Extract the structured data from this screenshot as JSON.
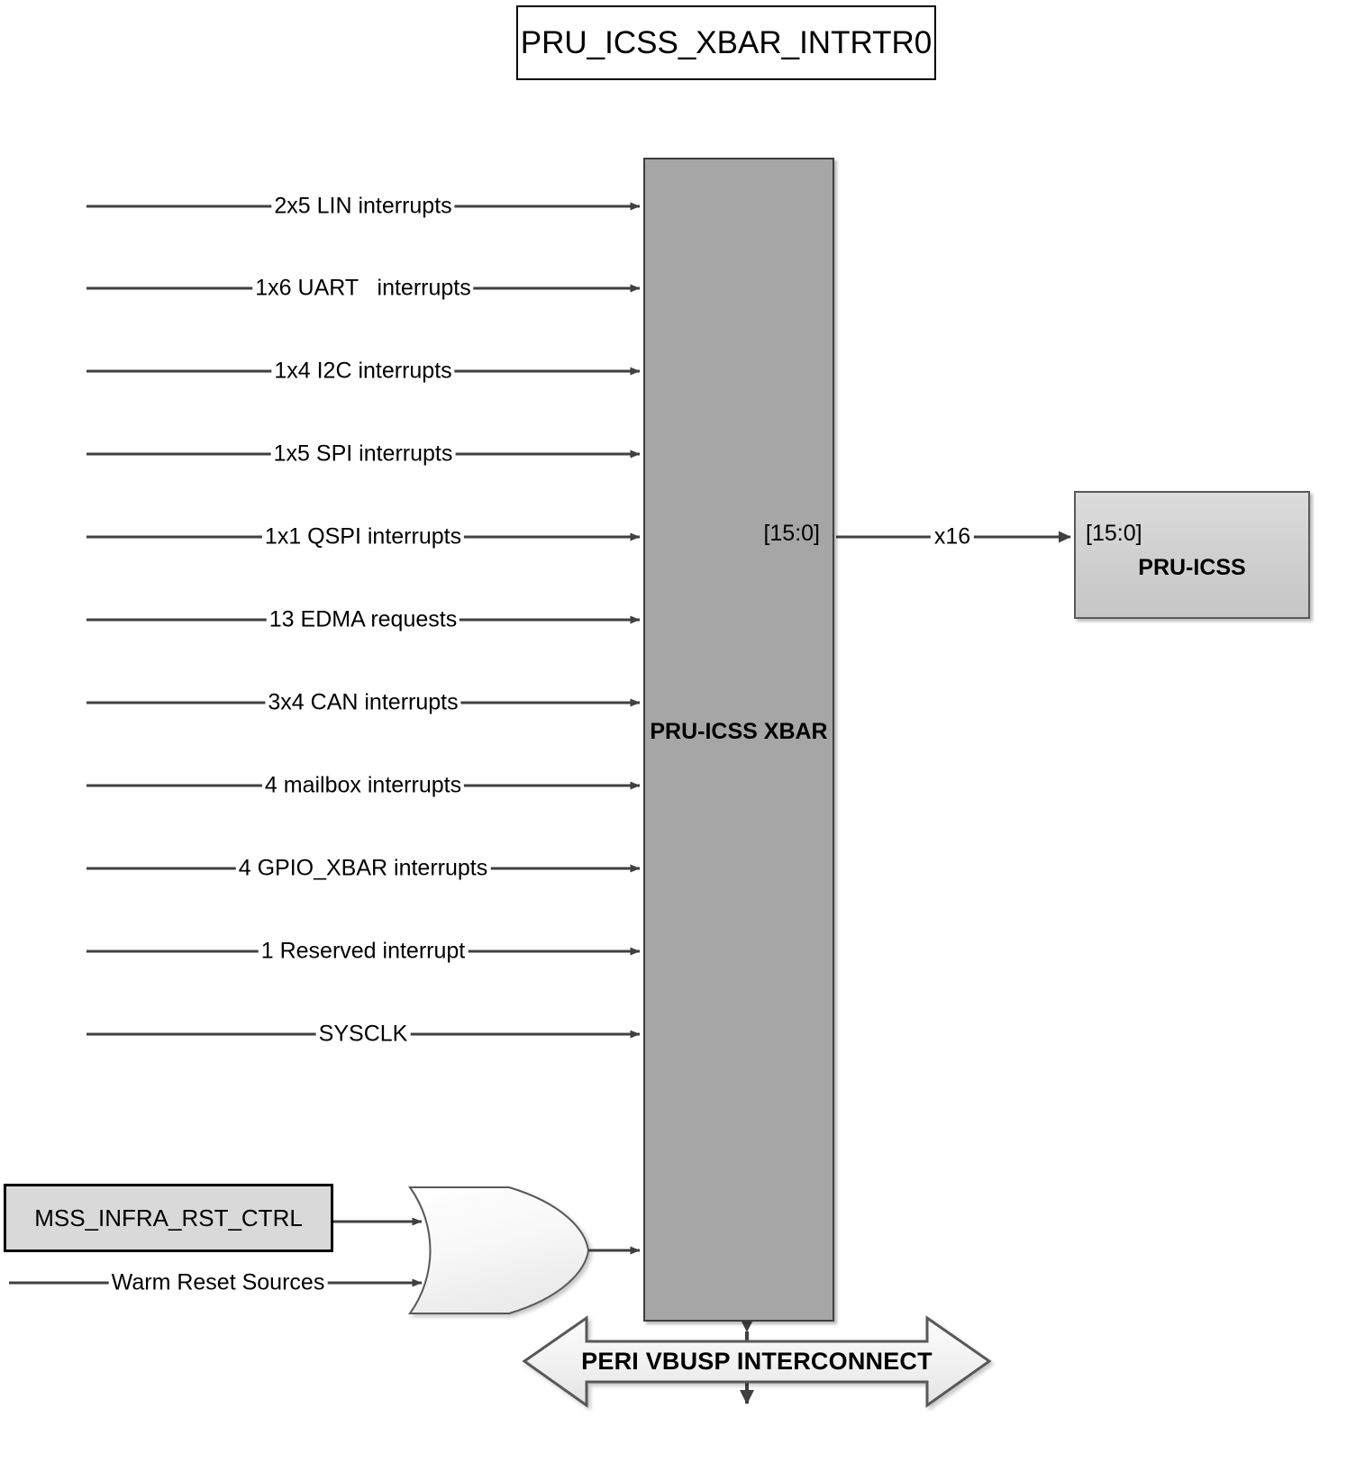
{
  "diagram": {
    "title": "PRU_ICSS_XBAR_INTRTR0",
    "xbar_block": {
      "label": "PRU-ICSS XBAR",
      "output_bits": "[15:0]"
    },
    "output_link": {
      "multiplier": "x16"
    },
    "destination_block": {
      "bits": "[15:0]",
      "label": "PRU-ICSS"
    },
    "reset_block": {
      "label": "MSS_INFRA_RST_CTRL",
      "second_input": "Warm Reset Sources",
      "gate": "or-gate"
    },
    "bus": {
      "label": "PERI VBUSP INTERCONNECT"
    },
    "inputs": [
      {
        "label": "2x5 LIN interrupts"
      },
      {
        "label": "1x6 UART   interrupts"
      },
      {
        "label": "1x4 I2C interrupts"
      },
      {
        "label": "1x5 SPI interrupts"
      },
      {
        "label": "1x1 QSPI interrupts"
      },
      {
        "label": "13 EDMA requests"
      },
      {
        "label": "3x4 CAN interrupts"
      },
      {
        "label": "4 mailbox interrupts"
      },
      {
        "label": "4 GPIO_XBAR interrupts"
      },
      {
        "label": "1 Reserved interrupt"
      },
      {
        "label": "SYSCLK"
      }
    ],
    "colors": {
      "xbar_fill": "#a6a6a6",
      "pru_fill": "#cfcfcf",
      "mss_fill": "#d9d9d9",
      "line": "#404040",
      "border_dark": "#3f3f3f"
    }
  }
}
